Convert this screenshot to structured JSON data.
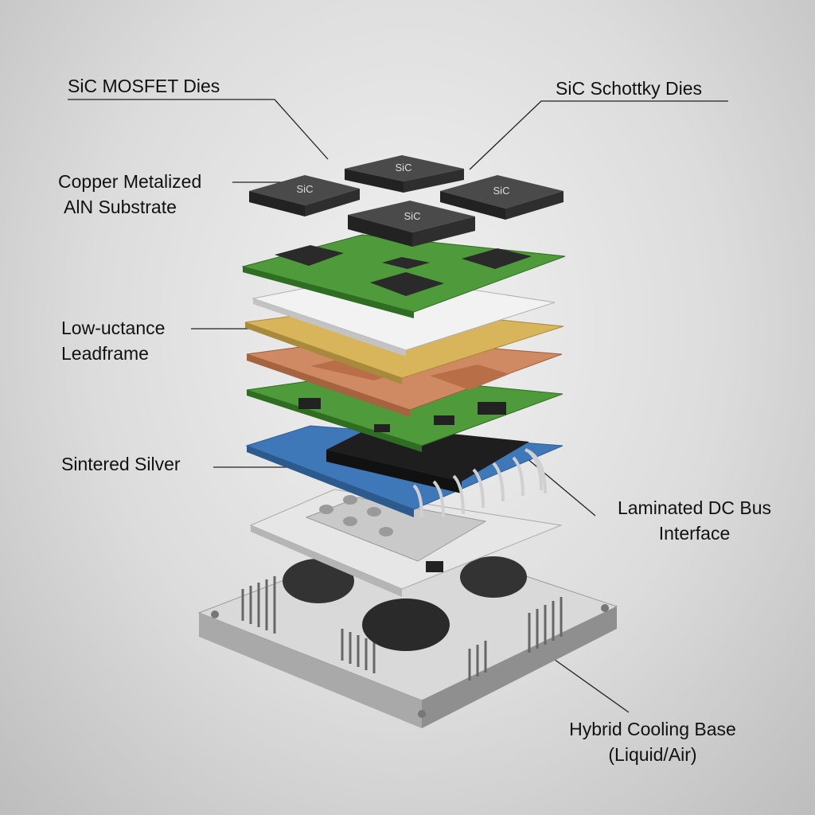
{
  "title": "Exploded view of SiC power module",
  "labels": {
    "mosfet": "SiC MOSFET Dies",
    "schottky": "SiC Schottky Dies",
    "substrate_1": "Copper Metalized",
    "substrate_2": "AlN Substrate",
    "leadframe_1": "Low-uctance",
    "leadframe_2": "Leadframe",
    "silver": "Sintered Silver",
    "dcbus_1": "Laminated DC Bus",
    "dcbus_2": "Interface",
    "cooling_1": "Hybrid Cooling Base",
    "cooling_2": "(Liquid/Air)"
  },
  "die_marking": "SiC",
  "colors": {
    "pcb": "#4f9a3a",
    "leadframe": "#d8b55a",
    "copper": "#cf8a63",
    "dbc_blue": "#3f78b8",
    "die": "#3a3a3a",
    "base": "#c8c8c8"
  }
}
